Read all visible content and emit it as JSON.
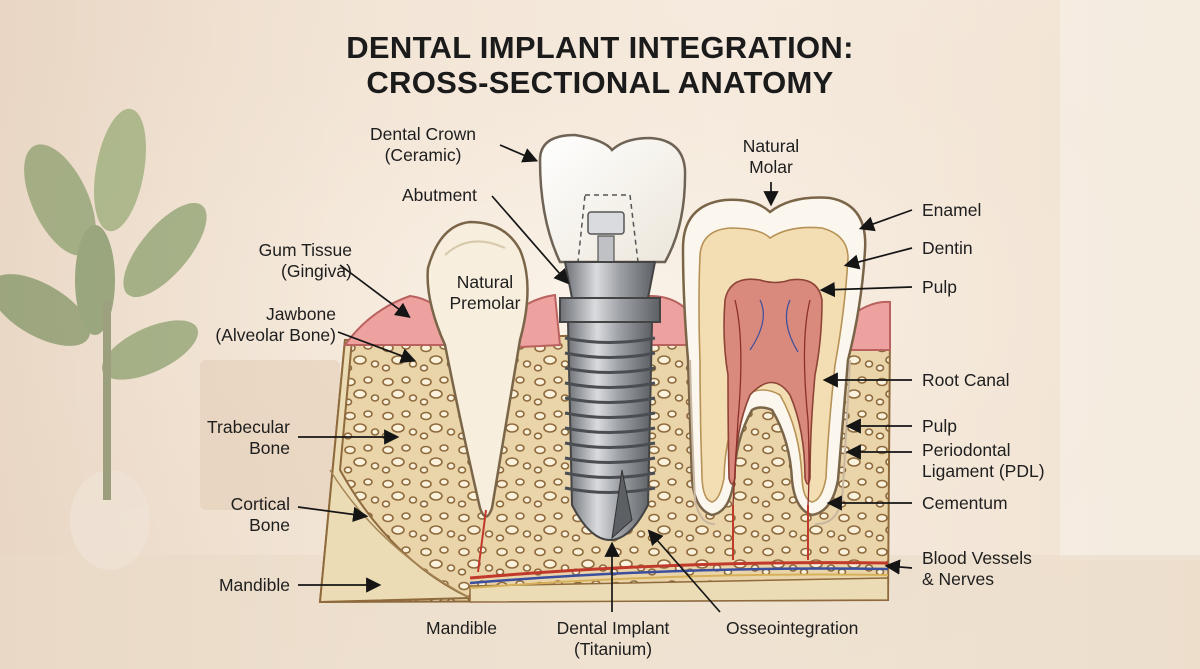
{
  "title": {
    "line1": "DENTAL IMPLANT INTEGRATION:",
    "line2": "CROSS-SECTIONAL ANATOMY"
  },
  "labels": {
    "dental_crown": [
      "Dental Crown",
      "(Ceramic)"
    ],
    "abutment": "Abutment",
    "gum_tissue": [
      "Gum Tissue",
      "(Gingiva)"
    ],
    "jawbone": [
      "Jawbone",
      "(Alveolar Bone)"
    ],
    "trabecular_bone": [
      "Trabecular",
      "Bone"
    ],
    "cortical_bone": [
      "Cortical",
      "Bone"
    ],
    "mandible_left": "Mandible",
    "mandible_bottom": "Mandible",
    "dental_implant": [
      "Dental Implant",
      "(Titanium)"
    ],
    "osseointegration": "Osseointegration",
    "natural_premolar": [
      "Natural",
      "Premolar"
    ],
    "natural_molar": [
      "Natural",
      "Molar"
    ],
    "enamel": "Enamel",
    "dentin": "Dentin",
    "pulp_top": "Pulp",
    "root_canal": "Root Canal",
    "pulp_bottom": "Pulp",
    "periodontal_ligament": [
      "Periodontal",
      "Ligament (PDL)"
    ],
    "cementum": "Cementum",
    "blood_vessels": [
      "Blood Vessels",
      "& Nerves"
    ]
  },
  "colors": {
    "bone": "#e9d1a6",
    "gum": "#eda2a0",
    "enamel": "#fbf7ef",
    "dentin": "#f3ddb2",
    "pulp": "#d98a7c",
    "titanium": "#a8aaae",
    "vessel_red": "#c0392b",
    "vessel_blue": "#3b4f9e"
  }
}
